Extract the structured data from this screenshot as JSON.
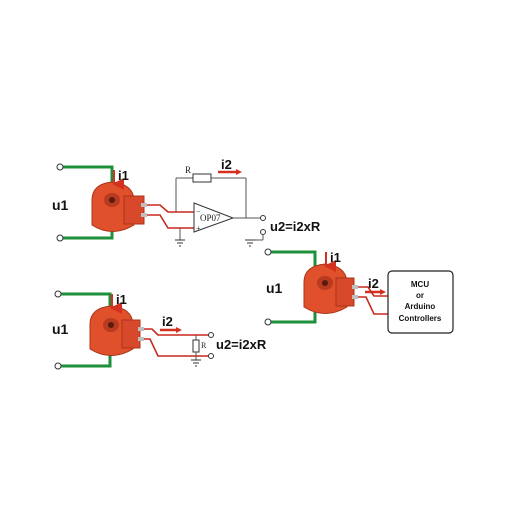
{
  "circuit_top": {
    "input_voltage": "u1",
    "primary_current": "i1",
    "secondary_current": "i2",
    "resistor": "R",
    "opamp": "OP07",
    "output": "u2=i2xR"
  },
  "circuit_bottom": {
    "input_voltage": "u1",
    "primary_current": "i1",
    "secondary_current": "i2",
    "resistor": "R",
    "output": "u2=i2xR"
  },
  "circuit_right": {
    "input_voltage": "u1",
    "primary_current": "i1",
    "secondary_current": "i2",
    "controller_lines": [
      "MCU",
      "or",
      "Arduino",
      "Controllers"
    ]
  },
  "colors": {
    "wire_green": "#1e8f3a",
    "wire_red": "#c8281e",
    "transformer": "#e0502a",
    "arrow": "#d4301f"
  }
}
